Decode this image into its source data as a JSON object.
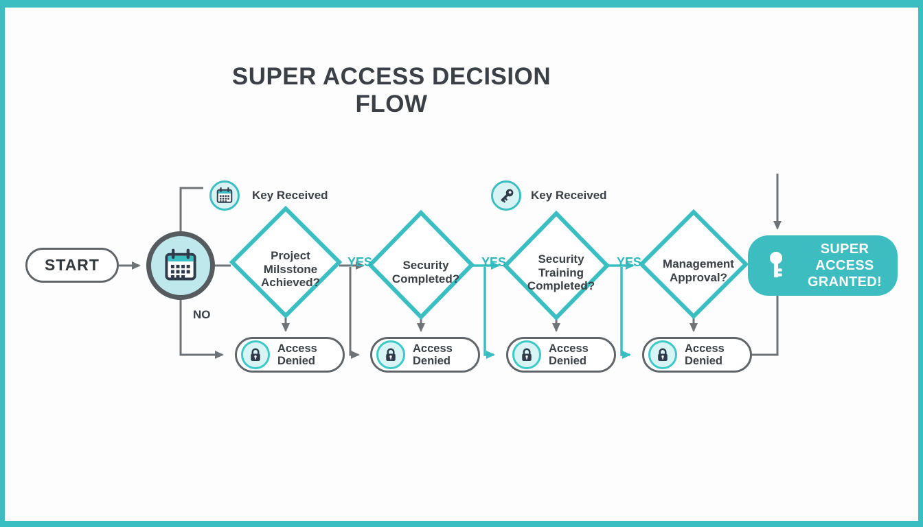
{
  "title": "SUPER ACCESS DECISION FLOW",
  "colors": {
    "accent_teal": "#3BBEC1",
    "bright_teal_ring": "#3CC9C7",
    "light_teal_fill": "#C9EDEF",
    "dark_text": "#3A4046",
    "line_gray": "#6E7377",
    "node_ring_gray": "#565B60",
    "granted_bg": "#3DBDC0"
  },
  "start": {
    "label": "START"
  },
  "entry_node": {
    "icon": "calendar-icon",
    "no_label": "NO"
  },
  "badges": [
    {
      "icon": "calendar-icon",
      "label": "Key Received"
    },
    {
      "icon": "key-icon",
      "label": "Key Received"
    }
  ],
  "decisions": [
    {
      "lines": [
        "Project",
        "Milsstone",
        "Achieved?"
      ],
      "yes_label": "YES"
    },
    {
      "lines": [
        "Security",
        "Completed?"
      ],
      "yes_label": "YES"
    },
    {
      "lines": [
        "Security",
        "Training",
        "Completed?"
      ],
      "yes_label": "YES"
    },
    {
      "lines": [
        "Management",
        "Approval?"
      ]
    }
  ],
  "denied": {
    "icon": "lock-icon",
    "lines": [
      "Access",
      "Denied"
    ]
  },
  "granted": {
    "icon": "key-icon",
    "lines": [
      "SUPER ACCESS",
      "GRANTED!"
    ]
  }
}
